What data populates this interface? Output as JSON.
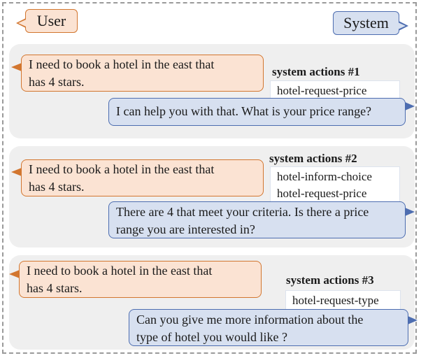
{
  "roles": {
    "user": "User",
    "system": "System"
  },
  "examples": [
    {
      "user_lines": [
        "I need to book a hotel in the east that",
        "has 4 stars."
      ],
      "actions_title": "system actions #1",
      "actions": [
        "hotel-request-price"
      ],
      "system_lines": [
        "I can help you with that. What is your price range?"
      ]
    },
    {
      "user_lines": [
        "I need to book a hotel in the east that",
        "has 4 stars."
      ],
      "actions_title": "system actions #2",
      "actions": [
        "hotel-inform-choice",
        "hotel-request-price"
      ],
      "system_lines": [
        "There are 4 that meet your criteria. Is there a price",
        "range you are interested in?"
      ]
    },
    {
      "user_lines": [
        "I need to book a hotel in the east that",
        "has 4 stars."
      ],
      "actions_title": "system actions #3",
      "actions": [
        "hotel-request-type"
      ],
      "system_lines": [
        "Can you give me more information about the",
        "type of hotel you would like ?"
      ]
    }
  ],
  "colors": {
    "user_fill": "#fbe3d3",
    "user_border": "#d2762f",
    "system_fill": "#d7e0f0",
    "system_border": "#4d6db0",
    "panel": "#efefef"
  }
}
